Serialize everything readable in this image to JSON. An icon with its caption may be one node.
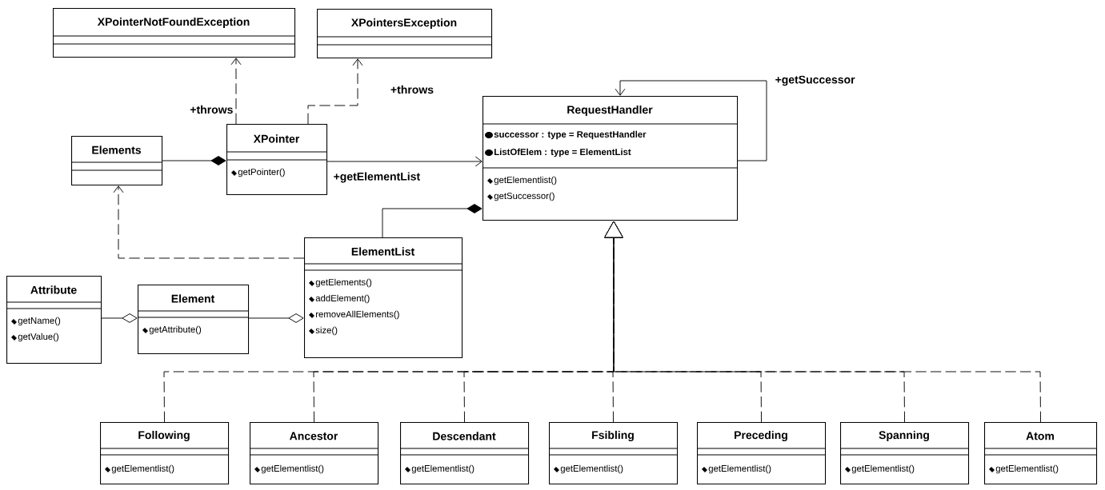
{
  "diagram": {
    "nodes": [
      {
        "text": [
          "XPointerNotFoundException"
        ]
      },
      {
        "text": [
          "XPointersException"
        ]
      },
      {
        "text": [
          "Elements"
        ]
      },
      {
        "text": [
          "XPointer",
          "getPointer()"
        ]
      },
      {
        "text": [
          "RequestHandler",
          "successor : type = RequestHandler",
          "ListOfElem : type = ElementList",
          "getElementlist()",
          "getSuccessor()"
        ]
      },
      {
        "text": [
          "ElementList",
          "getElements()",
          "addElement()",
          "removeAllElements()",
          "size()"
        ]
      },
      {
        "text": [
          "Attribute",
          "getName()",
          "getValue()"
        ]
      },
      {
        "text": [
          "Element",
          "getAttribute()"
        ]
      },
      {
        "text": [
          "Following",
          "getElementlist()"
        ]
      },
      {
        "text": [
          "Ancestor",
          "getElementlist()"
        ]
      },
      {
        "text": [
          "Descendant",
          "getElementlist()"
        ]
      },
      {
        "text": [
          "Fsibling",
          "getElementlist()"
        ]
      },
      {
        "text": [
          "Preceding",
          "getElementlist()"
        ]
      },
      {
        "text": [
          "Spanning",
          "getElementlist()"
        ]
      },
      {
        "text": [
          "Atom",
          "getElementlist()"
        ]
      }
    ],
    "edges": [
      {
        "from": 3,
        "to": 0,
        "arrow": "to",
        "label": "+throws",
        "style": "dashed"
      },
      {
        "from": 3,
        "to": 1,
        "arrow": "to",
        "label": "+throws",
        "style": "dashed"
      },
      {
        "from": 2,
        "to": 3,
        "arrow": "other"
      },
      {
        "from": 3,
        "to": 4,
        "arrow": "to",
        "label": "+getElementList"
      },
      {
        "from": 4,
        "to": 4,
        "arrow": "to",
        "label": "+getSuccessor"
      },
      {
        "from": 5,
        "to": 4,
        "arrow": "other"
      },
      {
        "from": 5,
        "to": 2,
        "arrow": "to",
        "style": "dashed"
      },
      {
        "from": 6,
        "to": 7,
        "arrow": "other"
      },
      {
        "from": 7,
        "to": 5,
        "arrow": "other"
      },
      {
        "from": 8,
        "to": 4,
        "arrow": "to",
        "style": "dashed"
      },
      {
        "from": 9,
        "to": 4,
        "arrow": "to",
        "style": "dashed"
      },
      {
        "from": 10,
        "to": 4,
        "arrow": "to",
        "style": "dashed"
      },
      {
        "from": 11,
        "to": 4,
        "arrow": "to",
        "style": "dashed"
      },
      {
        "from": 12,
        "to": 4,
        "arrow": "to",
        "style": "dashed"
      },
      {
        "from": 13,
        "to": 4,
        "arrow": "to",
        "style": "dashed"
      },
      {
        "from": 14,
        "to": 4,
        "arrow": "to",
        "style": "dashed"
      }
    ]
  }
}
